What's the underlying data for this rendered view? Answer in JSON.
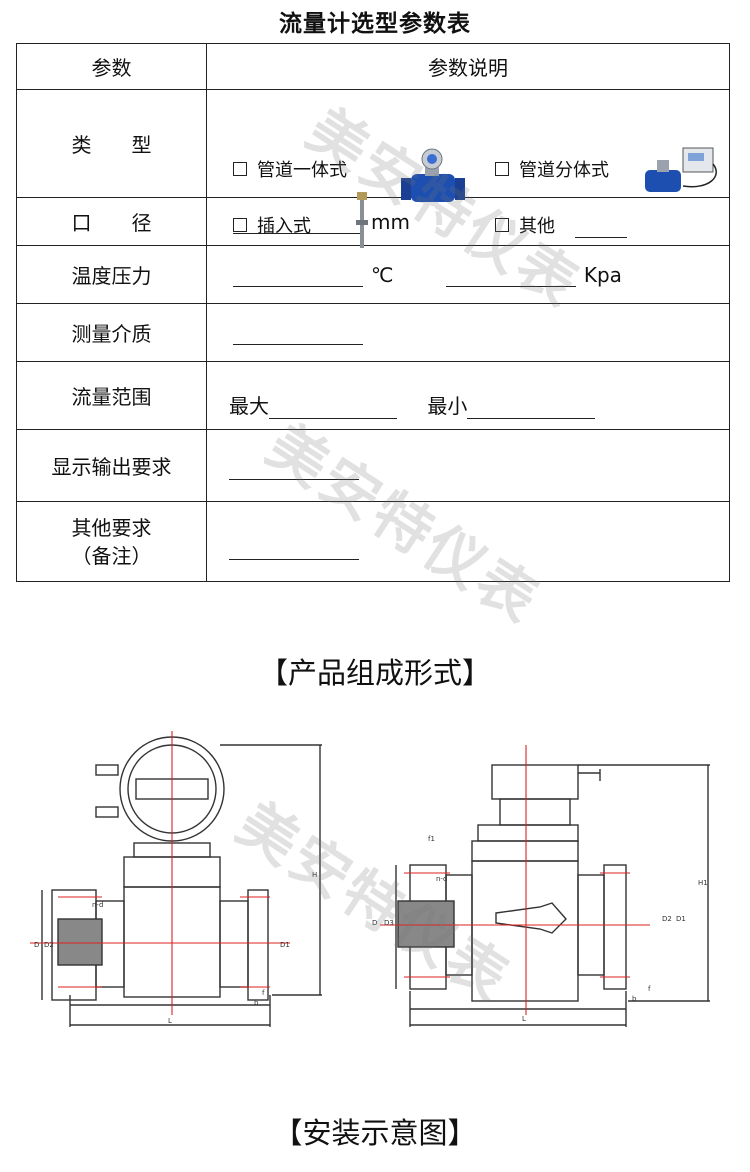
{
  "title": "流量计选型参数表",
  "table": {
    "header": {
      "param": "参数",
      "desc": "参数说明"
    },
    "type_row": {
      "label": "类　　型",
      "options": [
        "管道一体式",
        "管道分体式",
        "插入式",
        "其他"
      ]
    },
    "diameter_row": {
      "label": "口　　径",
      "unit": "mm"
    },
    "temp_row": {
      "label": "温度压力",
      "unit_temp": "℃",
      "unit_pressure": "Kpa"
    },
    "medium_row": {
      "label": "测量介质"
    },
    "flow_row": {
      "label": "流量范围",
      "max": "最大",
      "min": "最小"
    },
    "display_row": {
      "label": "显示输出要求"
    },
    "other_row": {
      "label_line1": "其他要求",
      "label_line2": "（备注）"
    }
  },
  "watermark": "美安特仪表",
  "section1": "【产品组成形式】",
  "section2": "【安装示意图】",
  "drawing_labels": {
    "left": [
      "n-d",
      "D",
      "D2",
      "D1",
      "H",
      "L",
      "b",
      "f"
    ],
    "right": [
      "f1",
      "n-d",
      "D",
      "D3",
      "D2",
      "D1",
      "H1",
      "L",
      "b",
      "f"
    ]
  }
}
